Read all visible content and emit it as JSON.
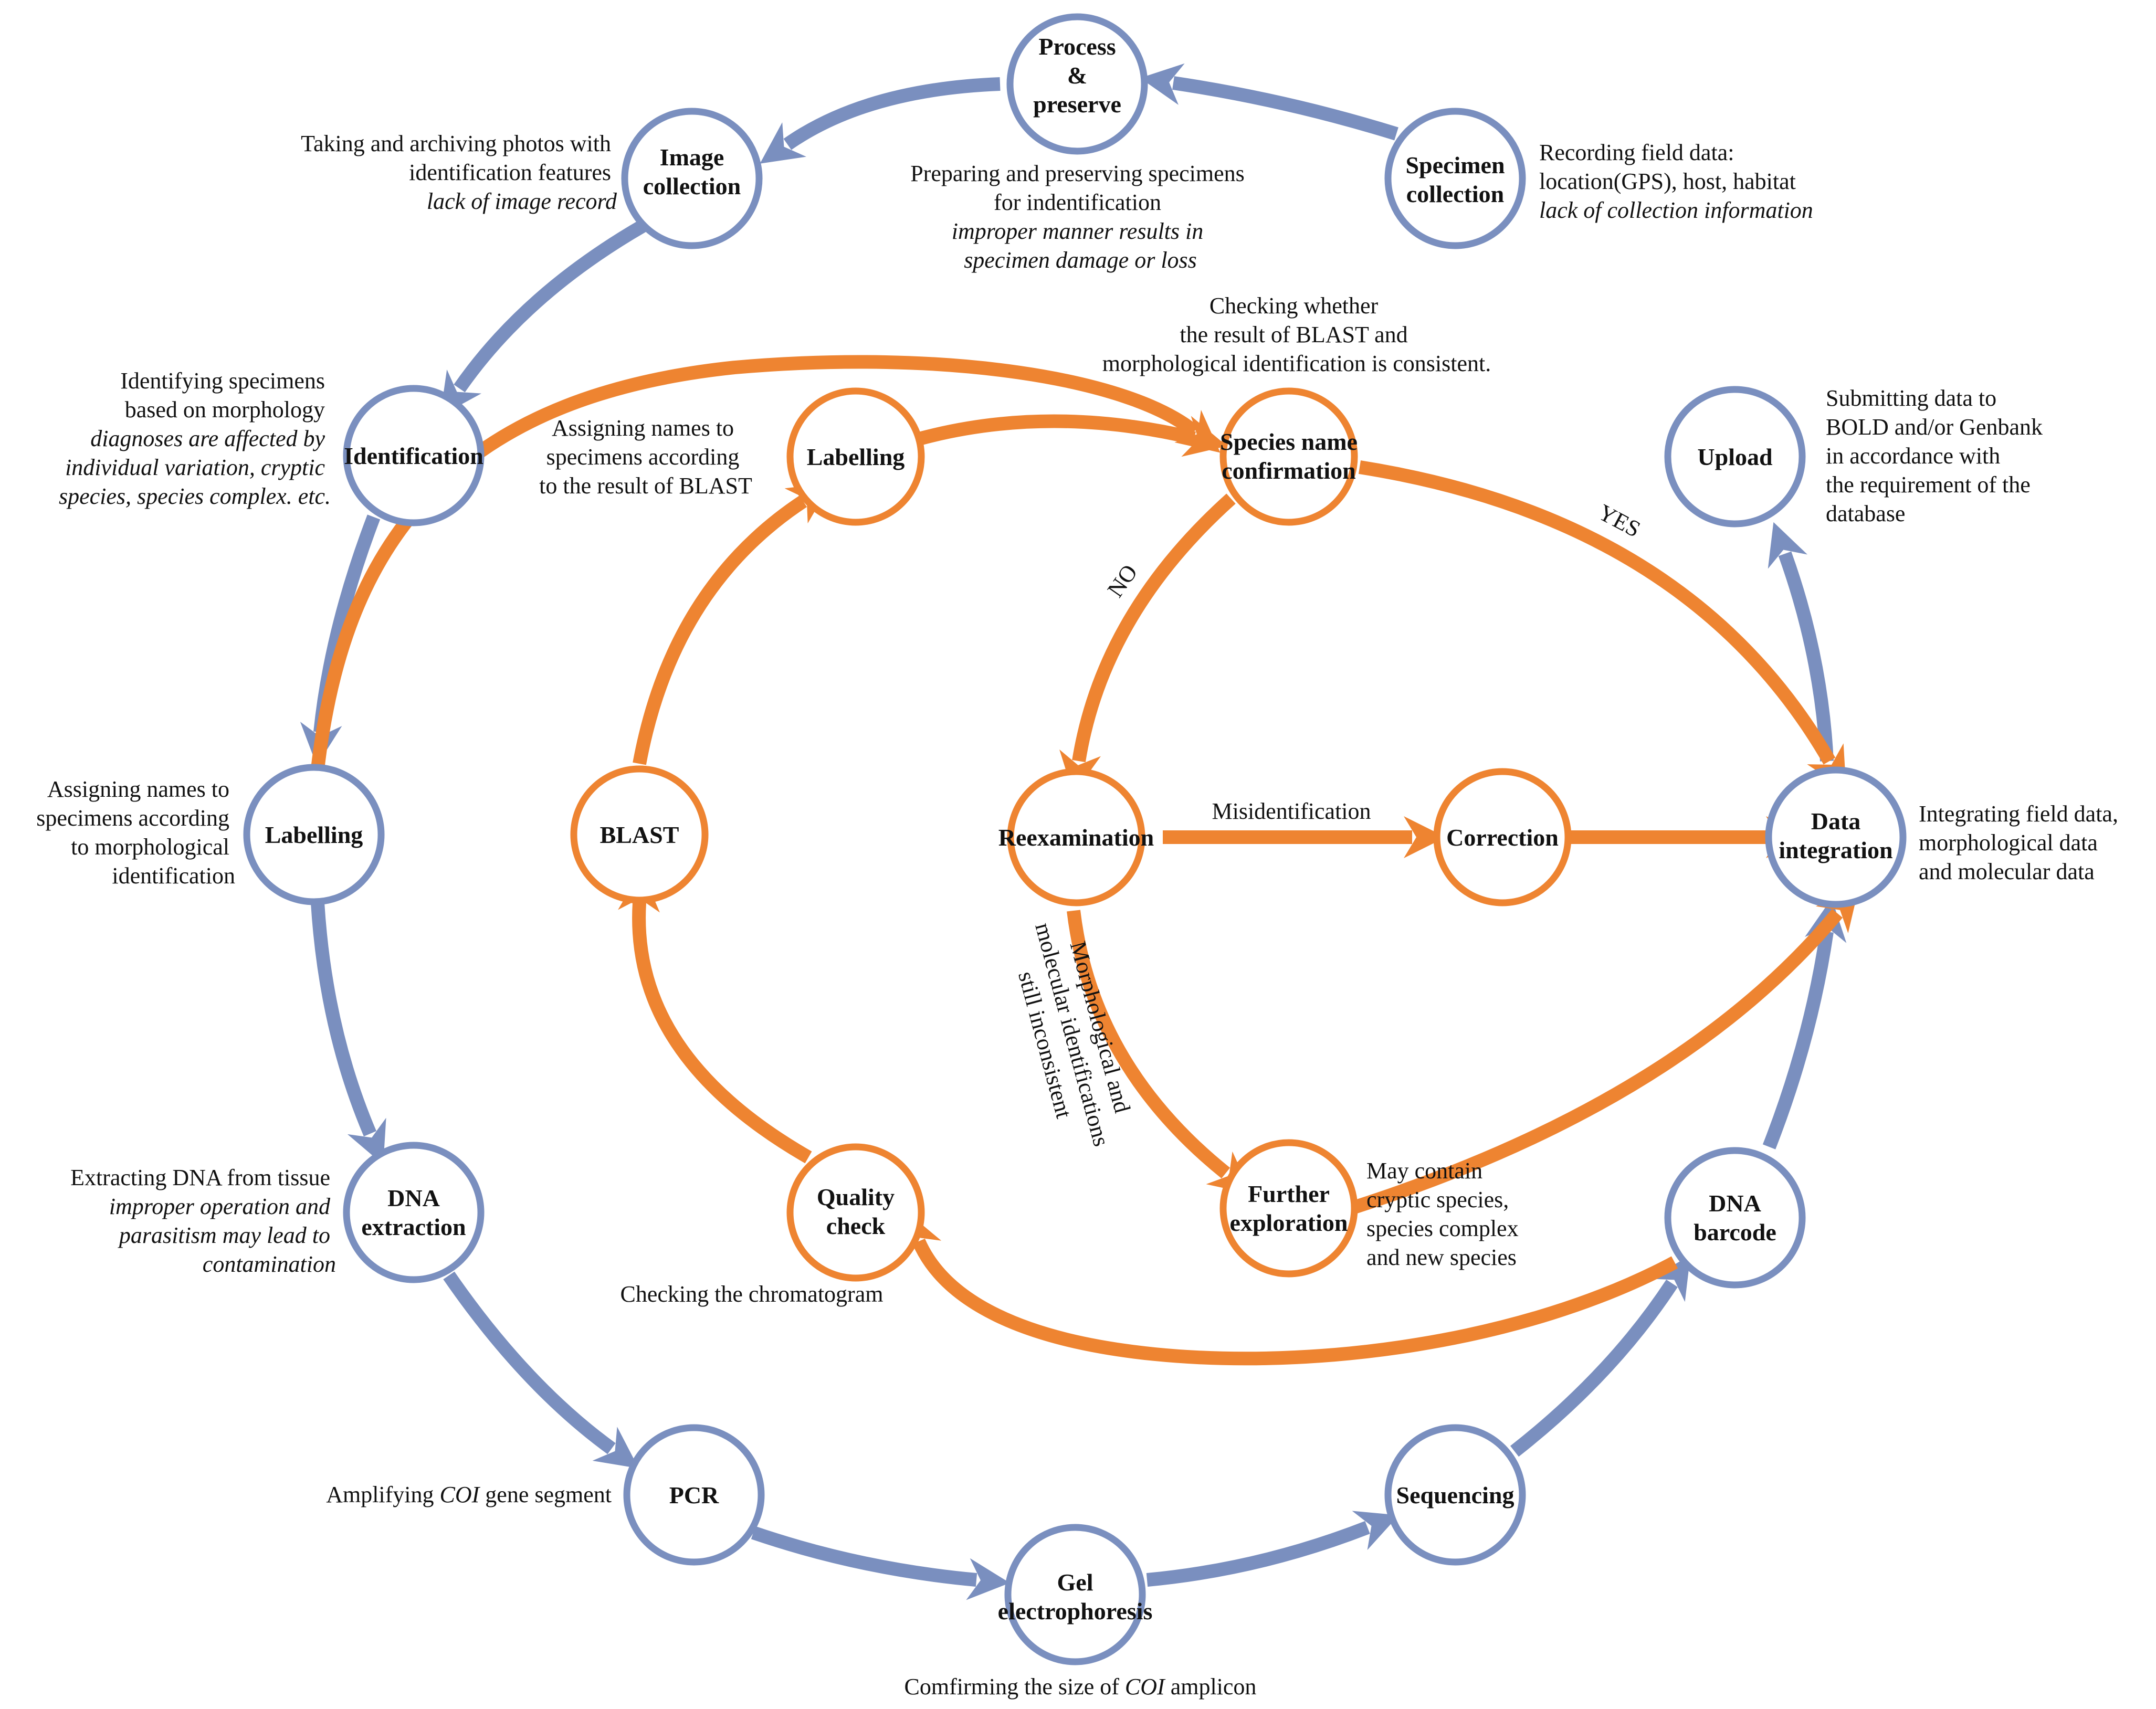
{
  "colors": {
    "blue": "#7a8fbf",
    "orange": "#ee8431",
    "text": "#111111"
  },
  "nodes": {
    "process_preserve": [
      "Process",
      "&",
      "preserve"
    ],
    "specimen_collection": [
      "Specimen",
      "collection"
    ],
    "image_collection": [
      "Image",
      "collection"
    ],
    "identification": [
      "Identification"
    ],
    "labelling_morph": [
      "Labelling"
    ],
    "dna_extraction": [
      "DNA",
      "extraction"
    ],
    "pcr": [
      "PCR"
    ],
    "gel": [
      "Gel",
      "electrophoresis"
    ],
    "sequencing": [
      "Sequencing"
    ],
    "dna_barcode": [
      "DNA",
      "barcode"
    ],
    "data_integration": [
      "Data",
      "integration"
    ],
    "upload": [
      "Upload"
    ],
    "quality_check": [
      "Quality",
      "check"
    ],
    "blast": [
      "BLAST"
    ],
    "labelling_blast": [
      "Labelling"
    ],
    "species_confirmation": [
      "Species name",
      "confirmation"
    ],
    "reexamination": [
      "Reexamination"
    ],
    "correction": [
      "Correction"
    ],
    "further_exploration": [
      "Further",
      "exploration"
    ]
  },
  "notes": {
    "specimen_collection": [
      {
        "text": "Recording field data:",
        "italic": false
      },
      {
        "text": "location(GPS), host, habitat",
        "italic": false
      },
      {
        "text": "lack of collection information",
        "italic": true
      }
    ],
    "process_preserve": [
      {
        "text": "Preparing and preserving specimens",
        "italic": false
      },
      {
        "text": "for indentification",
        "italic": false
      },
      {
        "text": "improper manner results in",
        "italic": true
      },
      {
        "text": "specimen damage or loss",
        "italic": true
      }
    ],
    "image_collection": [
      {
        "text": "Taking and archiving photos with",
        "italic": false
      },
      {
        "text": "identification features",
        "italic": false
      },
      {
        "text": "lack of image record",
        "italic": true
      }
    ],
    "identification": [
      {
        "text": "Identifying specimens",
        "italic": false
      },
      {
        "text": "based on morphology",
        "italic": false
      },
      {
        "text": "diagnoses are affected by",
        "italic": true
      },
      {
        "text": "individual variation, cryptic",
        "italic": true
      },
      {
        "text": "species, species complex. etc.",
        "italic": true
      }
    ],
    "labelling_morph": [
      {
        "text": "Assigning names to",
        "italic": false
      },
      {
        "text": "specimens according",
        "italic": false
      },
      {
        "text": "to morphological",
        "italic": false
      },
      {
        "text": "identification",
        "italic": false
      }
    ],
    "dna_extraction": [
      {
        "text": "Extracting DNA from tissue",
        "italic": false
      },
      {
        "text": "improper operation and",
        "italic": true
      },
      {
        "text": "parasitism may lead to",
        "italic": true
      },
      {
        "text": "contamination",
        "italic": true
      }
    ],
    "pcr": [
      {
        "text": "Amplifying ",
        "italic": false
      },
      {
        "text": "COI",
        "italic": true
      },
      {
        "text": " gene segment",
        "italic": false
      }
    ],
    "gel": [
      {
        "text": "Comfirming the size of ",
        "italic": false
      },
      {
        "text": "COI",
        "italic": true
      },
      {
        "text": " amplicon",
        "italic": false
      }
    ],
    "quality_check": [
      {
        "text": "Checking the chromatogram",
        "italic": false
      }
    ],
    "labelling_blast": [
      {
        "text": "Assigning names to",
        "italic": false
      },
      {
        "text": "specimens according",
        "italic": false
      },
      {
        "text": "to the result of BLAST",
        "italic": false
      }
    ],
    "species_confirmation": [
      {
        "text": "Checking whether",
        "italic": false
      },
      {
        "text": "the result of BLAST and",
        "italic": false
      },
      {
        "text": "morphological identification is consistent.",
        "italic": false
      }
    ],
    "upload": [
      {
        "text": "Submitting data to",
        "italic": false
      },
      {
        "text": "BOLD and/or Genbank",
        "italic": false
      },
      {
        "text": "in accordance with",
        "italic": false
      },
      {
        "text": "the requirement of the",
        "italic": false
      },
      {
        "text": "database",
        "italic": false
      }
    ],
    "data_integration": [
      {
        "text": "Integrating field data,",
        "italic": false
      },
      {
        "text": "morphological data",
        "italic": false
      },
      {
        "text": "and molecular data",
        "italic": false
      }
    ],
    "further_exploration": [
      {
        "text": "May contain",
        "italic": false
      },
      {
        "text": "cryptic species,",
        "italic": false
      },
      {
        "text": "species complex",
        "italic": false
      },
      {
        "text": "and new species",
        "italic": false
      }
    ]
  },
  "edge_labels": {
    "yes": "YES",
    "no": "NO",
    "misidentification": "Misidentification",
    "inconsistent": [
      "Morphological and",
      "molecular identifications",
      "still inconsistent"
    ]
  }
}
